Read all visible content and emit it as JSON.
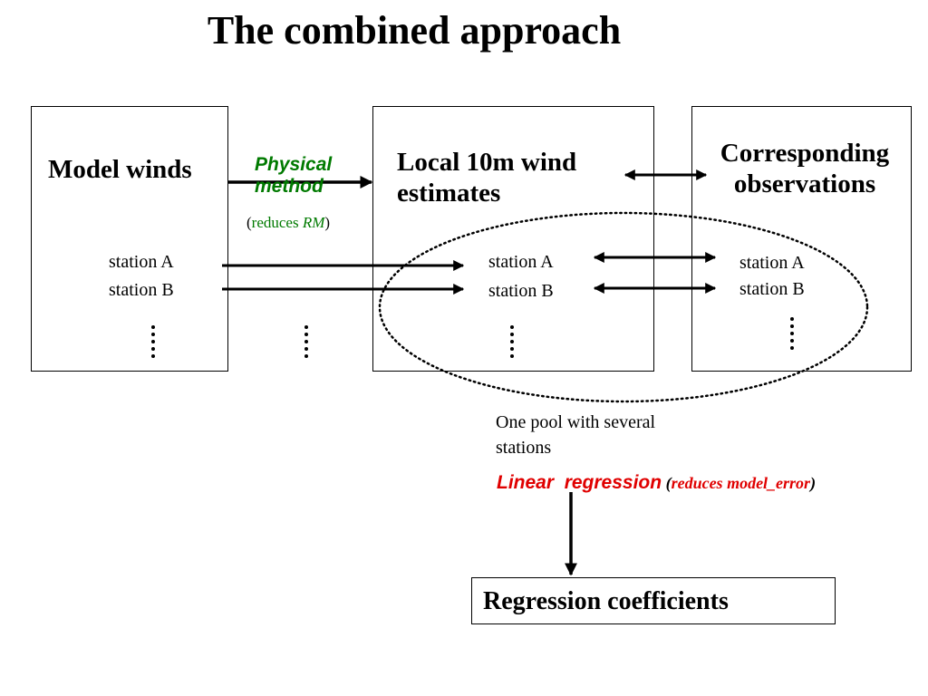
{
  "title": "The combined approach",
  "model_box": {
    "heading": "Model winds",
    "station_a": "station A",
    "station_b": "station B"
  },
  "physical_method": {
    "line1": "Physical",
    "line2": "method",
    "paren_open": "(",
    "reduces": "reduces ",
    "rm": "RM",
    "paren_close": ")"
  },
  "estimates_box": {
    "heading_line1": "Local 10m wind",
    "heading_line2": "estimates",
    "station_a": "station A",
    "station_b": "station B"
  },
  "observations_box": {
    "heading_line1": "Corresponding",
    "heading_line2": "observations",
    "station_a": "station A",
    "station_b": "station B"
  },
  "pool": {
    "line1": "One pool with several",
    "line2": "stations"
  },
  "linear_regression": {
    "label": "Linear  regression",
    "paren_open": " (",
    "note": "reduces model_error",
    "paren_close": ")"
  },
  "result_box": {
    "label": "Regression coefficients"
  },
  "colors": {
    "physical_method": "#007a00",
    "regression": "#e00000",
    "line": "#000000"
  }
}
